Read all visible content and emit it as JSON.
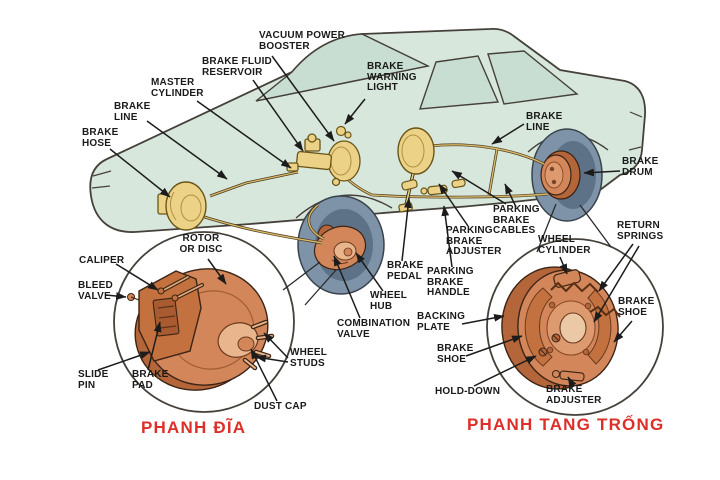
{
  "diagram": {
    "type": "automotive-brake-system-diagram",
    "colors": {
      "background": "#ffffff",
      "car_body": "#d7e7dc",
      "window_tint": "#c9ded2",
      "outline": "#45413a",
      "tire": "#7e93a7",
      "tire_inner": "#5d7287",
      "orange_part": "#d2865a",
      "orange_dark": "#b4663a",
      "orange_light": "#e9b58c",
      "yellow_part": "#ecd287",
      "brake_line": "#d9b86a",
      "label_text": "#1a1a1a",
      "caption_red": "#dd2f2a"
    }
  },
  "labels": {
    "vacuum_power_booster": "VACUUM POWER\nBOOSTER",
    "brake_fluid_reservoir": "BRAKE FLUID\nRESERVOIR",
    "master_cylinder": "MASTER\nCYLINDER",
    "brake_warning_light": "BRAKE\nWARNING\nLIGHT",
    "brake_line_front": "BRAKE\nLINE",
    "brake_hose": "BRAKE\nHOSE",
    "brake_line_rear": "BRAKE\nLINE",
    "brake_drum": "BRAKE\nDRUM",
    "parking_brake_cables": "PARKING\nBRAKE\nCABLES",
    "parking_brake_adjuster": "PARKING\nBRAKE\nADJUSTER",
    "return_springs": "RETURN\nSPRINGS",
    "wheel_cylinder": "WHEEL\nCYLINDER",
    "brake_pedal": "BRAKE\nPEDAL",
    "parking_brake_handle": "PARKING\nBRAKE\nHANDLE",
    "wheel_hub": "WHEEL\nHUB",
    "combination_valve": "COMBINATION\nVALVE",
    "backing_plate": "BACKING\nPLATE",
    "brake_shoe_right": "BRAKE\nSHOE",
    "brake_shoe_left": "BRAKE\nSHOE",
    "hold_down": "HOLD-DOWN",
    "brake_adjuster": "BRAKE\nADJUSTER",
    "rotor_or_disc": "ROTOR\nOR DISC",
    "caliper": "CALIPER",
    "bleed_valve": "BLEED\nVALVE",
    "slide_pin": "SLIDE\nPIN",
    "brake_pad": "BRAKE\nPAD",
    "wheel_studs": "WHEEL\nSTUDS",
    "dust_cap": "DUST CAP"
  },
  "captions": {
    "disc_brake": "PHANH ĐĨA",
    "drum_brake": "PHANH TANG TRỐNG"
  }
}
